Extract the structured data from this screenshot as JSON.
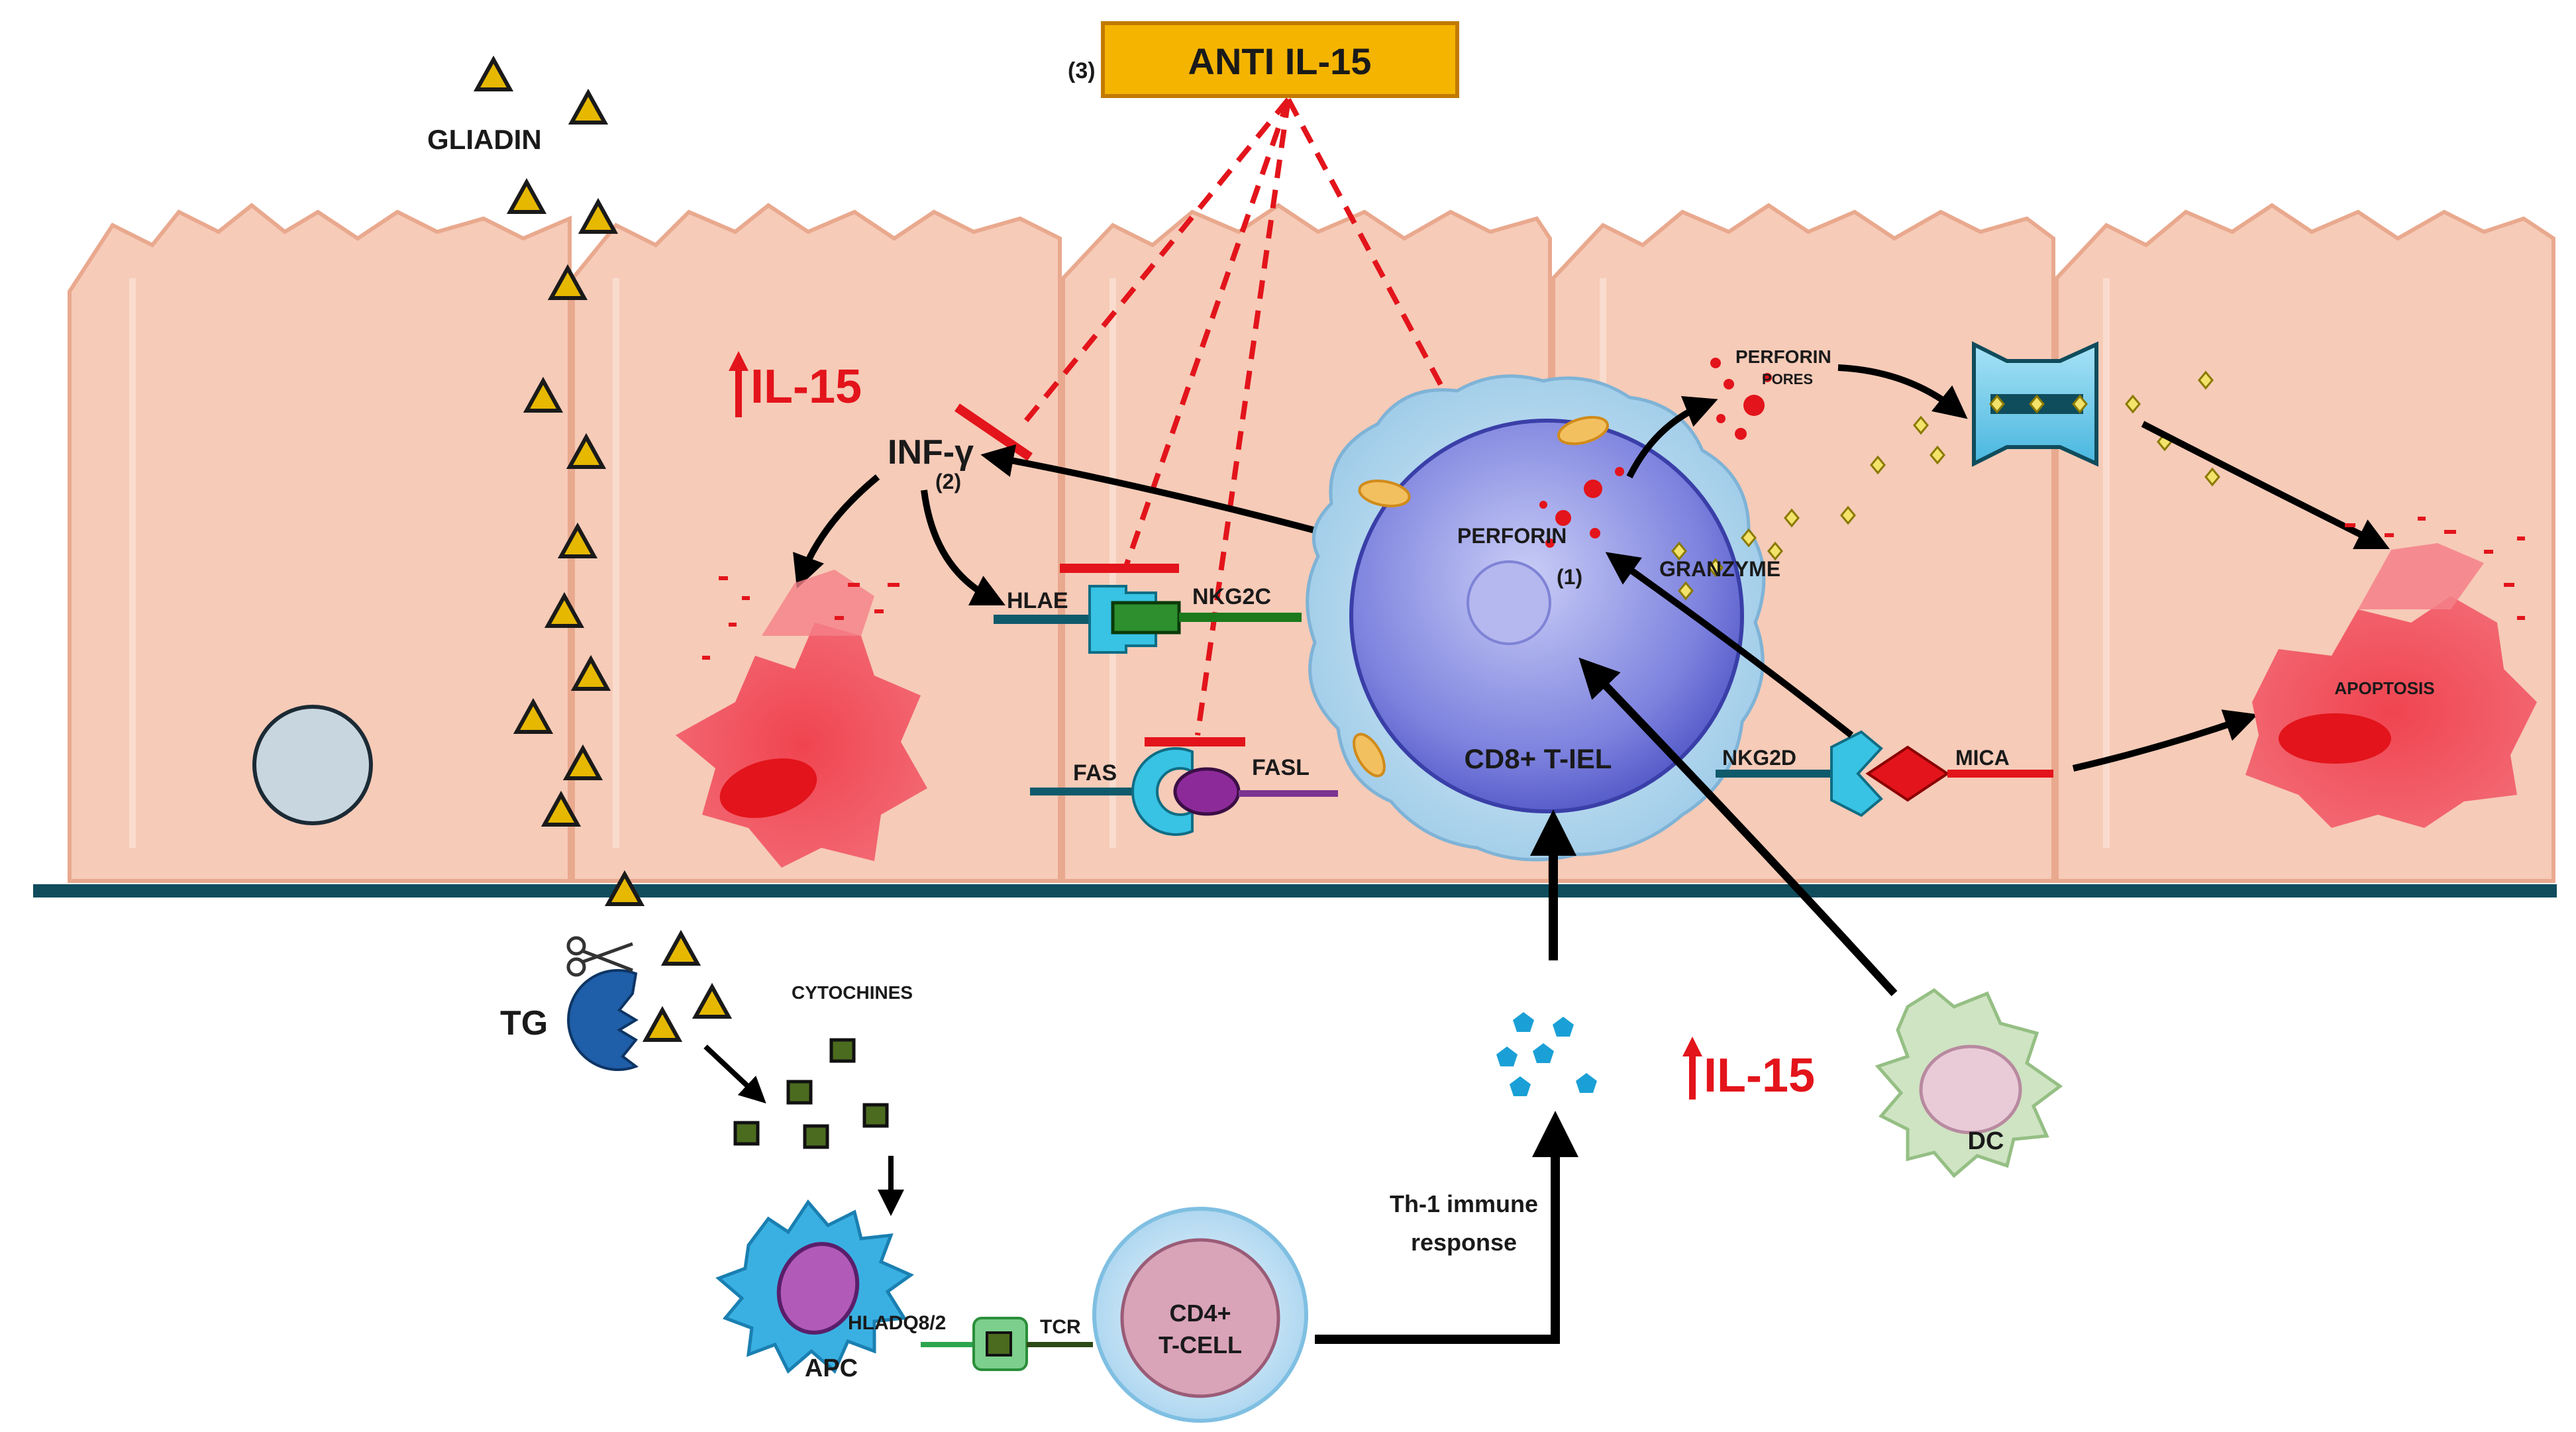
{
  "labels": {
    "anti_il15": "ANTI IL-15",
    "anti_il15_num": "(3)",
    "gliadin": "GLIADIN",
    "il15_epithelium": "IL-15",
    "inf_gamma": "INF-γ",
    "inf_gamma_num": "(2)",
    "hlae": "HLAE",
    "nkg2c": "NKG2C",
    "fas": "FAS",
    "fasl": "FASL",
    "perforin": "PERFORIN",
    "perforin_num": "(1)",
    "perforin_pores_1": "PERFORIN",
    "perforin_pores_2": "PORES",
    "granzyme": "GRANZYME",
    "cd8_tiel": "CD8+ T-IEL",
    "nkg2d": "NKG2D",
    "mica": "MICA",
    "apoptosis": "APOPTOSIS",
    "tg": "TG",
    "cytochines": "CYTOCHINES",
    "il15_lamina": "IL-15",
    "dc": "DC",
    "th1_line1": "Th-1 immune",
    "th1_line2": "response",
    "apc": "APC",
    "hladq": "HLADQ8/2",
    "tcr": "TCR",
    "cd4_line1": "CD4+",
    "cd4_line2": "T-CELL"
  },
  "colors": {
    "epithelium": "#f6cbb8",
    "epithelium_edge": "#e9a98e",
    "membrane": "#0f4c5c",
    "inhibitor": "#e3141b",
    "gliadin": "#e6b800",
    "cd8_outer": "#bcdcf2",
    "cd8_nucleus": "#6a6fd8",
    "apoptotic": "#f02a35",
    "anti_box": "#f5b400",
    "cytokine": "#4b6b1e",
    "il15_dots": "#1aa0d6",
    "apc": "#3ab0e2",
    "cd4": "#d9a3b8",
    "dc": "#cfe4c3"
  },
  "icons": [
    "scissors-icon",
    "arrow-up-icon",
    "transglutaminase-icon"
  ]
}
